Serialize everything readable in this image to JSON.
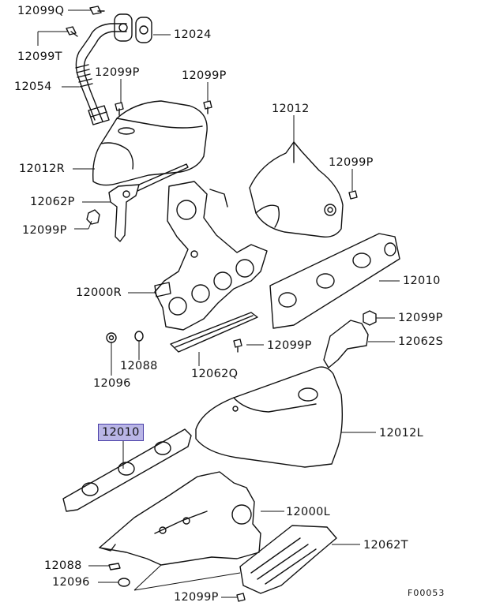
{
  "diagram": {
    "labels": {
      "l_12099Q": "12099Q",
      "l_12024": "12024",
      "l_12099T": "12099T",
      "l_12054": "12054",
      "l_12099P_a": "12099P",
      "l_12099P_b": "12099P",
      "l_12012": "12012",
      "l_12099P_c": "12099P",
      "l_12012R": "12012R",
      "l_12062P": "12062P",
      "l_12099P_d": "12099P",
      "l_12010_top": "12010",
      "l_12000R": "12000R",
      "l_12099P_e": "12099P",
      "l_12062S": "12062S",
      "l_12099P_f": "12099P",
      "l_12088_a": "12088",
      "l_12096_a": "12096",
      "l_12062Q": "12062Q",
      "l_12010_hl": "12010",
      "l_12012L": "12012L",
      "l_12000L": "12000L",
      "l_12062T": "12062T",
      "l_12088_b": "12088",
      "l_12096_b": "12096",
      "l_12099P_g": "12099P",
      "figure_code": "F00053"
    },
    "highlight_color": "#b9b5e6"
  }
}
